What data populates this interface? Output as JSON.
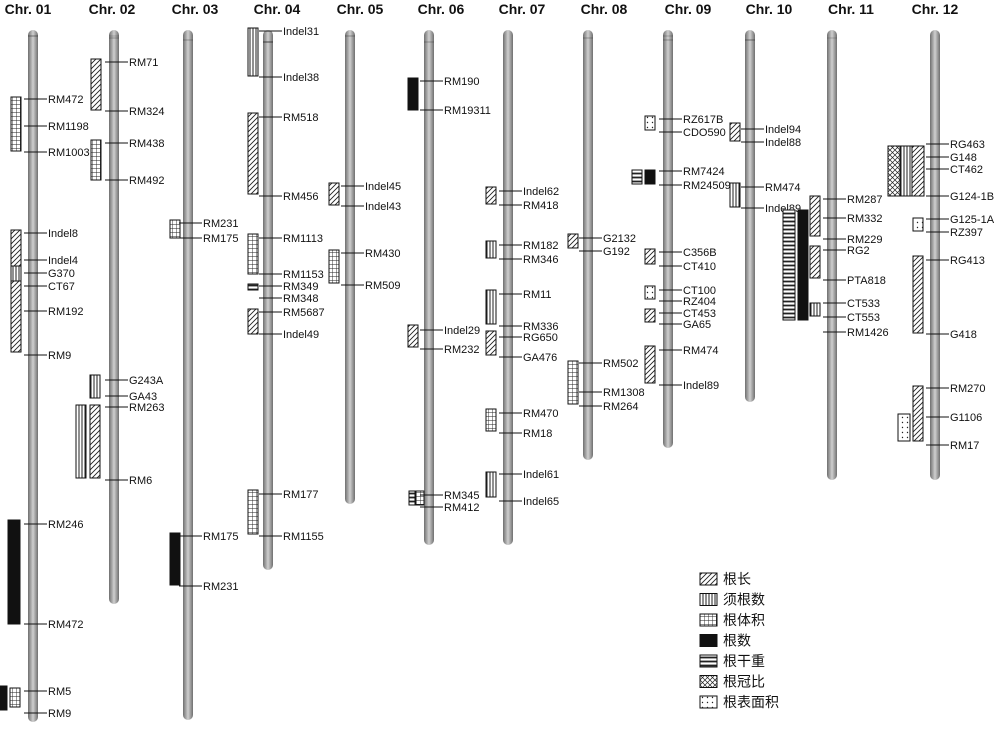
{
  "chromosomes": [
    {
      "name": "Chr. 01",
      "markers": [
        {
          "label": "RM472"
        },
        {
          "label": "RM1198"
        },
        {
          "label": "RM1003"
        },
        {
          "label": "Indel8"
        },
        {
          "label": "Indel4"
        },
        {
          "label": "G370"
        },
        {
          "label": "CT67"
        },
        {
          "label": "RM192"
        },
        {
          "label": "RM9"
        },
        {
          "label": "RM246"
        },
        {
          "label": "RM472"
        },
        {
          "label": "RM5"
        },
        {
          "label": "RM9"
        }
      ]
    },
    {
      "name": "Chr. 02",
      "markers": [
        {
          "label": "RM71"
        },
        {
          "label": "RM324"
        },
        {
          "label": "RM438"
        },
        {
          "label": "RM492"
        },
        {
          "label": "G243A"
        },
        {
          "label": "GA43"
        },
        {
          "label": "RM263"
        },
        {
          "label": "RM6"
        }
      ]
    },
    {
      "name": "Chr. 03",
      "markers": [
        {
          "label": "RM231"
        },
        {
          "label": "RM175"
        },
        {
          "label": "RM175"
        },
        {
          "label": "RM231"
        }
      ]
    },
    {
      "name": "Chr. 04",
      "markers": [
        {
          "label": "Indel31"
        },
        {
          "label": "Indel38"
        },
        {
          "label": "RM518"
        },
        {
          "label": "RM456"
        },
        {
          "label": "RM1113"
        },
        {
          "label": "RM1153"
        },
        {
          "label": "RM349"
        },
        {
          "label": "RM348"
        },
        {
          "label": "RM5687"
        },
        {
          "label": "Indel49"
        },
        {
          "label": "RM177"
        },
        {
          "label": "RM1155"
        }
      ]
    },
    {
      "name": "Chr. 05",
      "markers": [
        {
          "label": "Indel45"
        },
        {
          "label": "Indel43"
        },
        {
          "label": "RM430"
        },
        {
          "label": "RM509"
        }
      ]
    },
    {
      "name": "Chr. 06",
      "markers": [
        {
          "label": "RM190"
        },
        {
          "label": "RM19311"
        },
        {
          "label": "Indel29"
        },
        {
          "label": "RM232"
        },
        {
          "label": "RM345"
        },
        {
          "label": "RM412"
        }
      ]
    },
    {
      "name": "Chr. 07",
      "markers": [
        {
          "label": "Indel62"
        },
        {
          "label": "RM418"
        },
        {
          "label": "RM182"
        },
        {
          "label": "RM346"
        },
        {
          "label": "RM11"
        },
        {
          "label": "RM336"
        },
        {
          "label": "RG650"
        },
        {
          "label": "GA476"
        },
        {
          "label": "RM470"
        },
        {
          "label": "RM18"
        },
        {
          "label": "Indel61"
        },
        {
          "label": "Indel65"
        }
      ]
    },
    {
      "name": "Chr. 08",
      "markers": [
        {
          "label": "G2132"
        },
        {
          "label": "G192"
        },
        {
          "label": "RM502"
        },
        {
          "label": "RM1308"
        },
        {
          "label": "RM264"
        }
      ]
    },
    {
      "name": "Chr. 09",
      "markers": [
        {
          "label": "RZ617B"
        },
        {
          "label": "CDO590"
        },
        {
          "label": "RM7424"
        },
        {
          "label": "RM24509"
        },
        {
          "label": "C356B"
        },
        {
          "label": "CT410"
        },
        {
          "label": "CT100"
        },
        {
          "label": "RZ404"
        },
        {
          "label": "CT453"
        },
        {
          "label": "GA65"
        },
        {
          "label": "RM474"
        },
        {
          "label": "Indel89"
        }
      ]
    },
    {
      "name": "Chr. 10",
      "markers": [
        {
          "label": "Indel94"
        },
        {
          "label": "Indel88"
        },
        {
          "label": "RM474"
        },
        {
          "label": "Indel89"
        }
      ]
    },
    {
      "name": "Chr. 11",
      "markers": [
        {
          "label": "RM287"
        },
        {
          "label": "RM332"
        },
        {
          "label": "RM229"
        },
        {
          "label": "RG2"
        },
        {
          "label": "PTA818"
        },
        {
          "label": "CT533"
        },
        {
          "label": "CT553"
        },
        {
          "label": "RM1426"
        }
      ]
    },
    {
      "name": "Chr. 12",
      "markers": [
        {
          "label": "RG463"
        },
        {
          "label": "G148"
        },
        {
          "label": "CT462"
        },
        {
          "label": "G124-1B"
        },
        {
          "label": "G125-1A"
        },
        {
          "label": "RZ397"
        },
        {
          "label": "RG413"
        },
        {
          "label": "G418"
        },
        {
          "label": "RM270"
        },
        {
          "label": "G1106"
        },
        {
          "label": "RM17"
        }
      ]
    }
  ],
  "legend": [
    {
      "key": "diag",
      "label": "根长"
    },
    {
      "key": "vert",
      "label": "须根数"
    },
    {
      "key": "grid",
      "label": "根体积"
    },
    {
      "key": "solid",
      "label": "根数"
    },
    {
      "key": "band",
      "label": "根干重"
    },
    {
      "key": "cross",
      "label": "根冠比"
    },
    {
      "key": "dots",
      "label": "根表面积"
    }
  ],
  "colors": {
    "chromosome": "#9a9a9a",
    "band": "#2b2b2b",
    "ink": "#111111"
  }
}
